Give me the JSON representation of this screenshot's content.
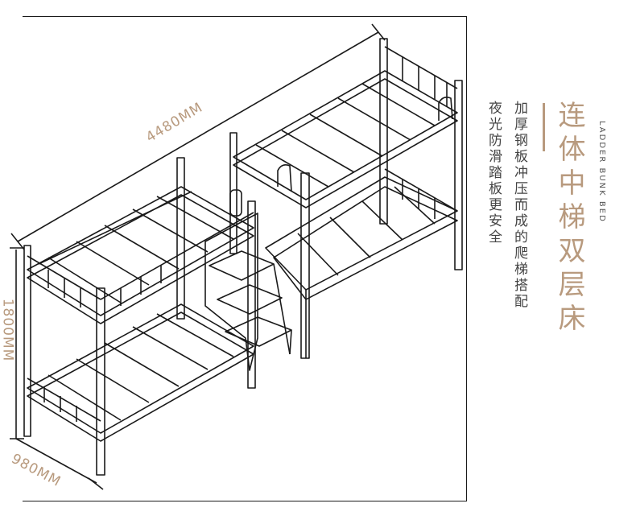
{
  "title": "连体中梯双层床",
  "subtitle_en": "LADDER BUNK BED",
  "desc_lines": [
    "加厚钢板冲压而成的爬梯搭配",
    "夜光防滑踏板更安全"
  ],
  "dimensions": {
    "length": "4480MM",
    "height": "1800MM",
    "width": "980MM"
  },
  "colors": {
    "accent": "#b89a7e",
    "line": "#1a1a1a",
    "text": "#444444"
  }
}
